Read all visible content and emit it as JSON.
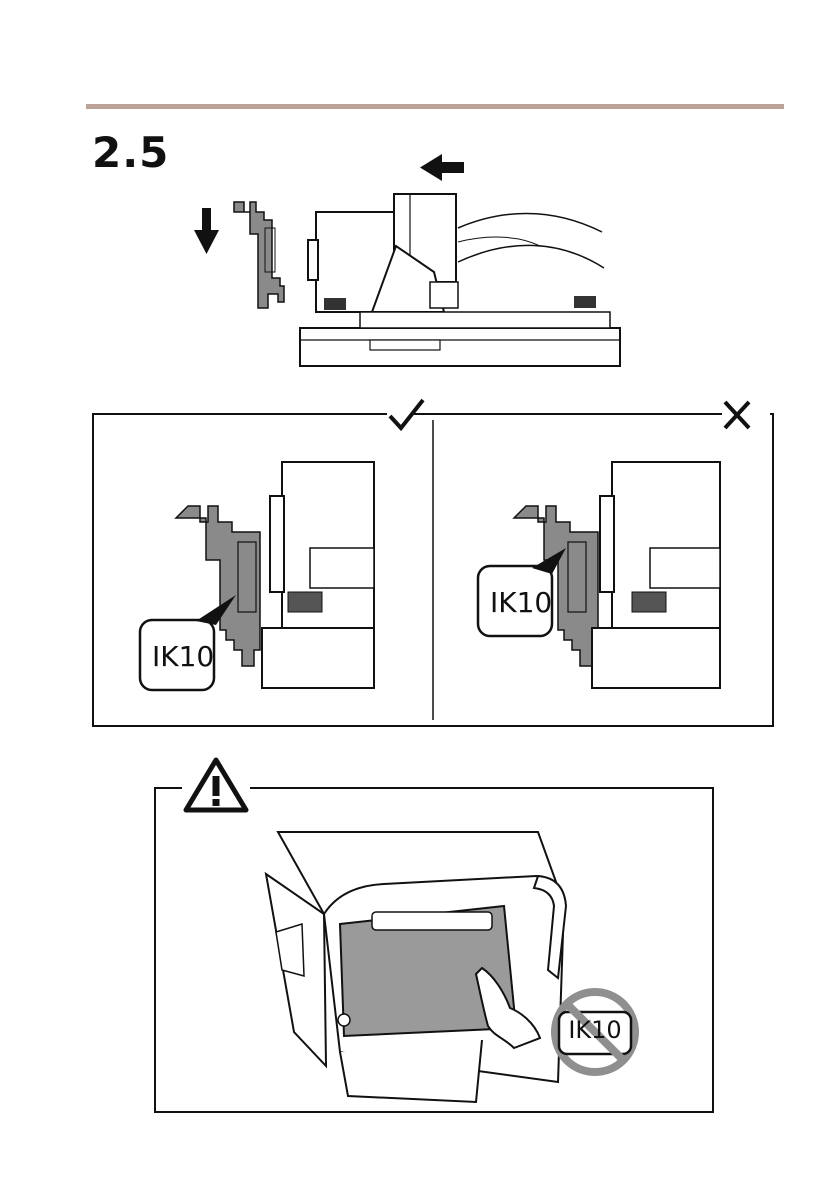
{
  "section": {
    "step_number": "2.5"
  },
  "colors": {
    "rule": "#bba497",
    "ink": "#111111",
    "grey_part": "#8a8a8a",
    "prohibit": "#8f8f8f",
    "panel_fill": "#9a9a9a"
  },
  "panels": {
    "correct": {
      "status_icon": "checkmark-icon",
      "badge": "IK10"
    },
    "incorrect": {
      "status_icon": "cross-icon",
      "badge": "IK10"
    }
  },
  "warning": {
    "icon": "warning-triangle-icon",
    "prohibited_badge": "IK10",
    "prohibited_icon": "prohibition-sign-icon"
  }
}
